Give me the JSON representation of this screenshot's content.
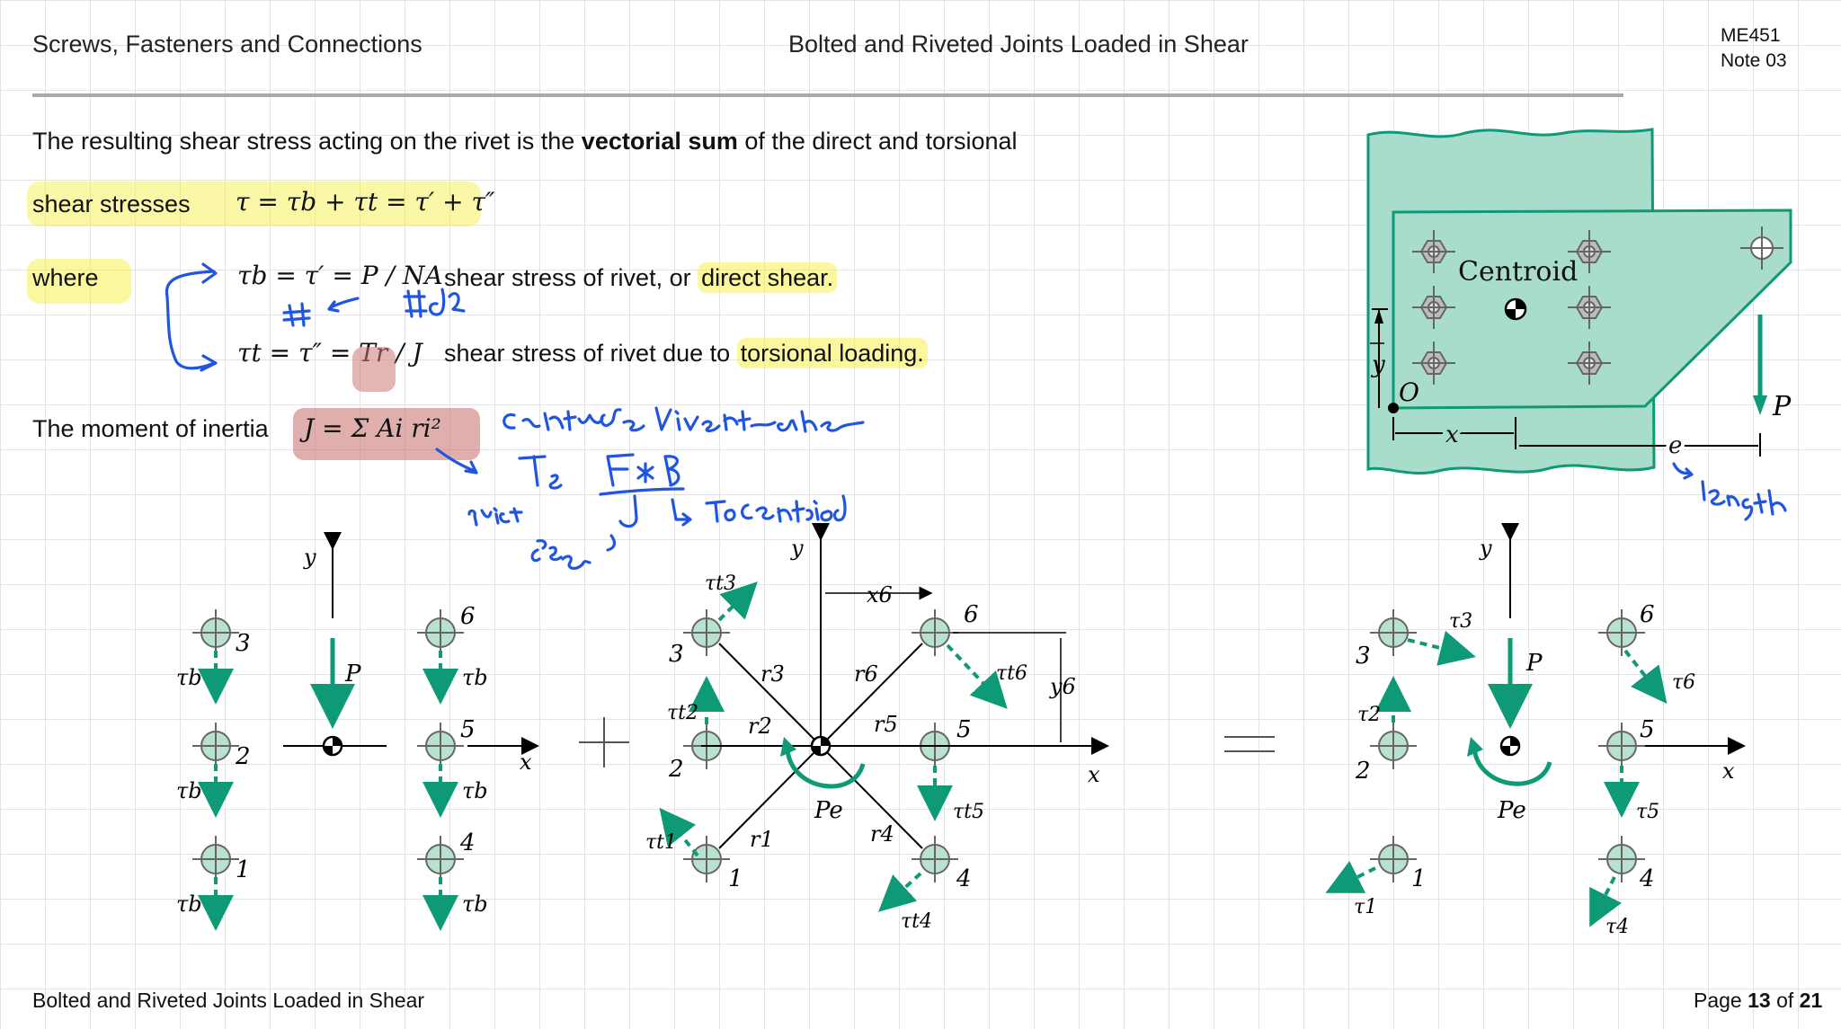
{
  "header": {
    "left": "Screws, Fasteners and Connections",
    "center": "Bolted and Riveted Joints Loaded in Shear",
    "course": "ME451",
    "note": "Note 03"
  },
  "body": {
    "intro_start": "The resulting shear stress acting on the rivet is the ",
    "intro_bold": "vectorial sum",
    "intro_end": " of the direct and torsional",
    "shear_stresses": "shear stresses",
    "eq_total": "τ = τb + τt = τ′ + τ″",
    "where": "where",
    "eq_direct": "τb = τ′ = P / NA",
    "direct_desc_start": "shear stress of rivet, or ",
    "direct_desc_hl": "direct shear.",
    "eq_torsion": "τt = τ″ = Tr / J",
    "torsion_desc_start": "shear stress of rivet due to ",
    "torsion_desc_hl": "torsional loading.",
    "moment_label": "The moment of inertia",
    "eq_moment": "J = Σ Ai ri²"
  },
  "figure_top": {
    "centroid": "Centroid",
    "O": "O",
    "y_bar": "y",
    "x_bar": "x",
    "e": "e",
    "P": "P"
  },
  "diagram1": {
    "y": "y",
    "x": "x",
    "P": "P",
    "labels": [
      "1",
      "2",
      "3",
      "4",
      "5",
      "6"
    ],
    "tau_b": "τb"
  },
  "diagram2": {
    "y": "y",
    "x": "x",
    "x6": "x6",
    "y6": "y6",
    "Pe": "Pe",
    "r": [
      "r1",
      "r2",
      "r3",
      "r4",
      "r5",
      "r6"
    ],
    "tau_t": [
      "τt1",
      "τt2",
      "τt3",
      "τt4",
      "τt5",
      "τt6"
    ],
    "labels": [
      "1",
      "2",
      "3",
      "4",
      "5",
      "6"
    ]
  },
  "diagram3": {
    "y": "y",
    "x": "x",
    "P": "P",
    "Pe": "Pe",
    "tau": [
      "τ1",
      "τ2",
      "τ3",
      "τ4",
      "τ5",
      "τ6"
    ],
    "labels": [
      "1",
      "2",
      "3",
      "4",
      "5",
      "6"
    ]
  },
  "footer": {
    "left": "Bolted and Riveted Joints Loaded in Shear",
    "page_prefix": "Page ",
    "page_num": "13",
    "page_mid": " of ",
    "page_total": "21"
  },
  "colors": {
    "highlight_yellow": "#f6f050",
    "highlight_red": "#cd7878",
    "teal": "#0e9a76",
    "ink_blue": "#1f55e0",
    "plate": "#a8dccb"
  }
}
